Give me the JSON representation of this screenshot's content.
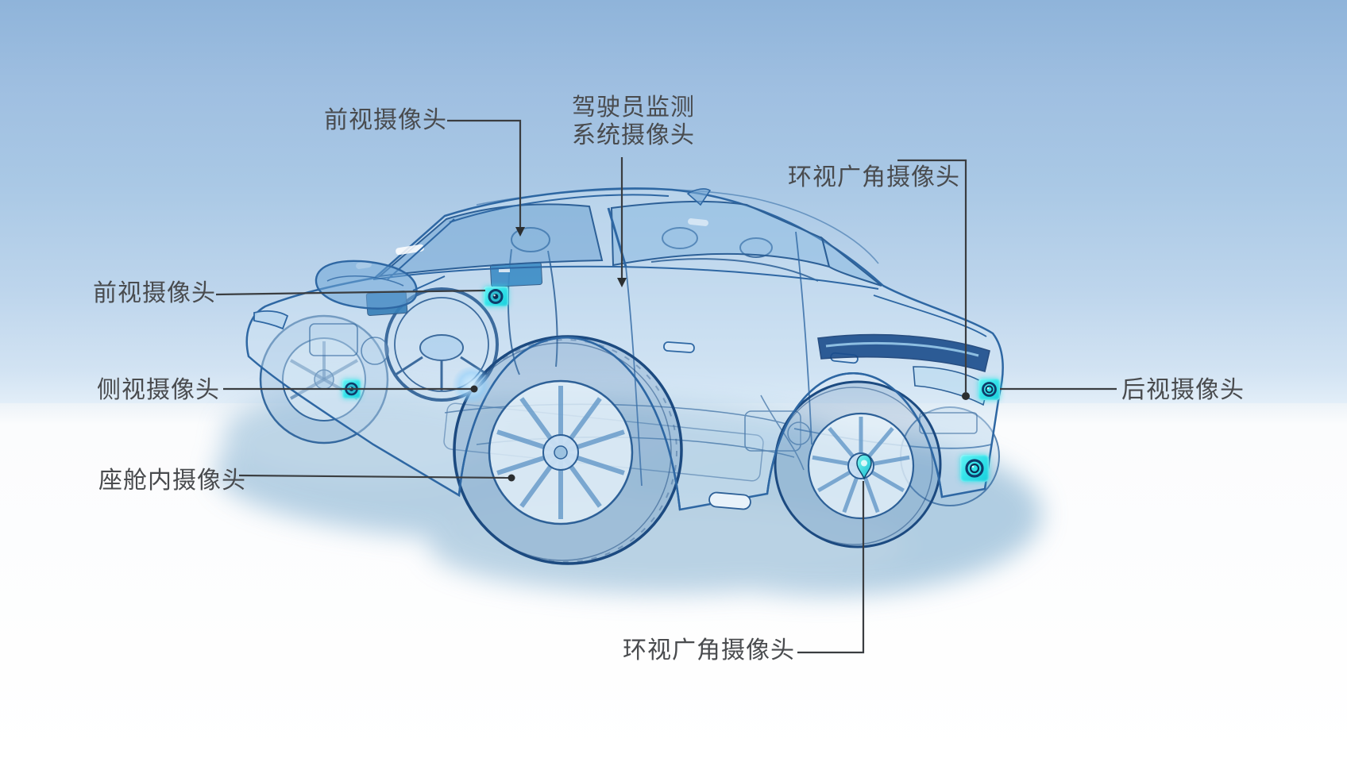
{
  "diagram": {
    "subject": "car-camera-positions",
    "annotations": {
      "front_camera_top": {
        "label": "前视摄像头"
      },
      "dms_camera": {
        "label_line1": "驾驶员监测",
        "label_line2": "系统摄像头"
      },
      "surround_camera_top": {
        "label": "环视广角摄像头"
      },
      "front_camera_left": {
        "label": "前视摄像头"
      },
      "side_camera": {
        "label": "侧视摄像头"
      },
      "cabin_camera": {
        "label": "座舱内摄像头"
      },
      "rear_camera": {
        "label": "后视摄像头"
      },
      "surround_camera_bottom": {
        "label": "环视广角摄像头"
      }
    },
    "icons": [
      {
        "name": "windshield-camera-icon"
      },
      {
        "name": "side-camera-icon"
      },
      {
        "name": "rear-camera-icon"
      },
      {
        "name": "rear-bumper-camera-icon"
      },
      {
        "name": "surround-camera-pin-icon"
      }
    ],
    "colors": {
      "sky_top": "#8FB4DA",
      "sky_horizon": "#E2EEF8",
      "ground": "#FFFFFF",
      "label_text": "#494B4E",
      "leader_line": "#3A3D40",
      "camera_icon_cyan": "#35E3EA",
      "car_line_blue": "#2E67A3",
      "taillight_blue": "#1B4D8C",
      "shadow_blue": "#A3C4DC"
    }
  }
}
